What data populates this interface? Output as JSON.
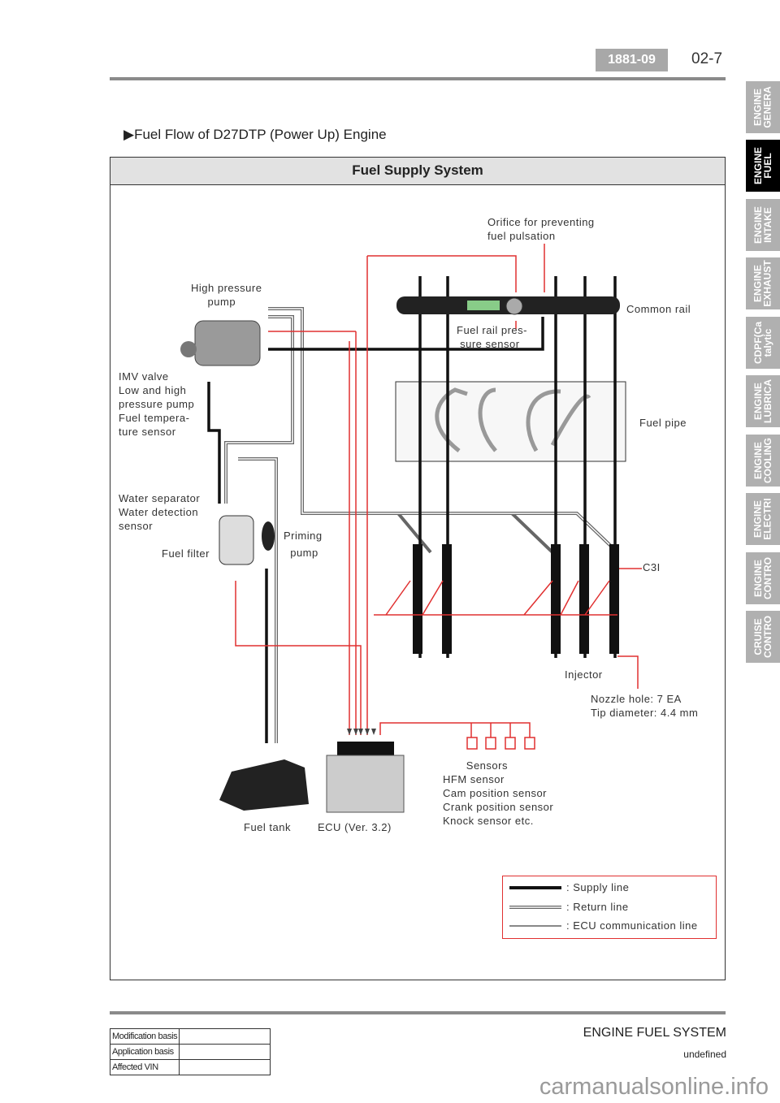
{
  "header": {
    "code": "1881-09",
    "page": "02-7"
  },
  "title": "▶Fuel Flow of D27DTP (Power Up) Engine",
  "panel_title": "Fuel Supply System",
  "side_tabs": [
    {
      "label": "ENGINE GENERA",
      "active": false
    },
    {
      "label": "ENGINE FUEL",
      "active": true
    },
    {
      "label": "ENGINE INTAKE",
      "active": false
    },
    {
      "label": "ENGINE EXHAUST",
      "active": false
    },
    {
      "label": "CDPF(Ca talytic",
      "active": false
    },
    {
      "label": "ENGINE LUBRICA",
      "active": false
    },
    {
      "label": "ENGINE COOLING",
      "active": false
    },
    {
      "label": "ENGINE ELECTRI",
      "active": false
    },
    {
      "label": "ENGINE CONTRO",
      "active": false
    },
    {
      "label": "CRUISE CONTRO",
      "active": false
    }
  ],
  "labels": {
    "orifice": "Orifice for preventing\nfuel pulsation",
    "hp_pump": "High pressure\n     pump",
    "common_rail": "Common rail",
    "rail_sensor": "Fuel rail pres-\n sure sensor",
    "imv": "IMV valve\nLow and high\npressure pump\nFuel tempera-\nture sensor",
    "fuel_pipe": "Fuel pipe",
    "water_sep": "Water separator\nWater detection\nsensor",
    "priming": "Priming\n  pump",
    "fuel_filter": "Fuel filter",
    "c3i": "C3I",
    "injector": "Injector",
    "nozzle": "Nozzle hole: 7 EA\nTip diameter: 4.4 mm",
    "sensors": "       Sensors\nHFM sensor\nCam position sensor\nCrank position sensor\nKnock sensor etc.",
    "fuel_tank": "Fuel tank",
    "ecu": "ECU (Ver. 3.2)"
  },
  "legend": [
    {
      "label": ": Supply line"
    },
    {
      "label": ": Return line"
    },
    {
      "label": ": ECU communication line"
    }
  ],
  "colors": {
    "supply": "#111111",
    "return": "#888888",
    "ecu": "#e03030"
  },
  "footer": {
    "title": "ENGINE FUEL SYSTEM",
    "subtitle": "undefined",
    "meta": [
      {
        "label": "Modification basis",
        "value": ""
      },
      {
        "label": "Application basis",
        "value": ""
      },
      {
        "label": "Affected VIN",
        "value": ""
      }
    ],
    "watermark": "carmanualsonline.info"
  }
}
